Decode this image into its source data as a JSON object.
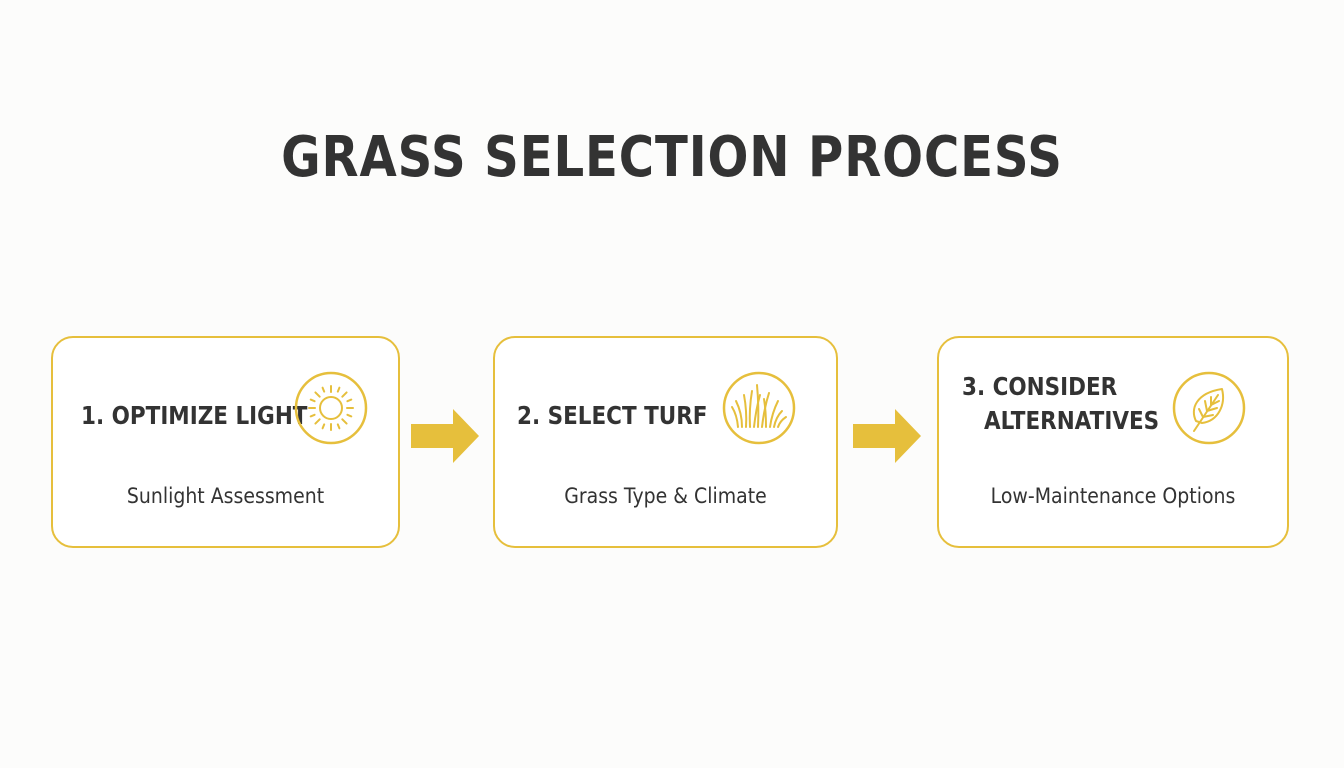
{
  "title": "GRASS SELECTION PROCESS",
  "accent_color": "#e6bf3c",
  "text_color": "#333333",
  "steps": [
    {
      "title": "1. OPTIMIZE LIGHT",
      "subtitle": "Sunlight Assessment",
      "icon": "sun-icon"
    },
    {
      "title": "2. SELECT TURF",
      "subtitle": "Grass Type & Climate",
      "icon": "grass-icon"
    },
    {
      "title_line1": "3. CONSIDER",
      "title_line2": "ALTERNATIVES",
      "subtitle": "Low-Maintenance Options",
      "icon": "leaf-icon"
    }
  ],
  "connectors": [
    "arrow-right-icon",
    "arrow-right-icon"
  ]
}
